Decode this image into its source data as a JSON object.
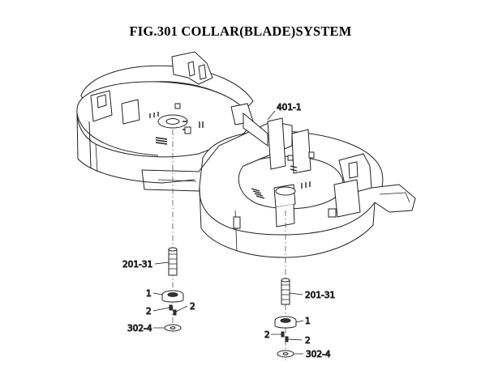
{
  "diagram": {
    "title": "FIG.301  COLLAR(BLADE)SYSTEM",
    "callouts": {
      "frame_ref": "401-1",
      "left_spindle": "201-31",
      "right_spindle": "201-31",
      "left_collar": "1",
      "right_collar": "1",
      "left_key_a": "2",
      "left_key_b": "2",
      "right_key_a": "2",
      "right_key_b": "2",
      "left_washer": "302-4",
      "right_washer": "302-4"
    }
  }
}
